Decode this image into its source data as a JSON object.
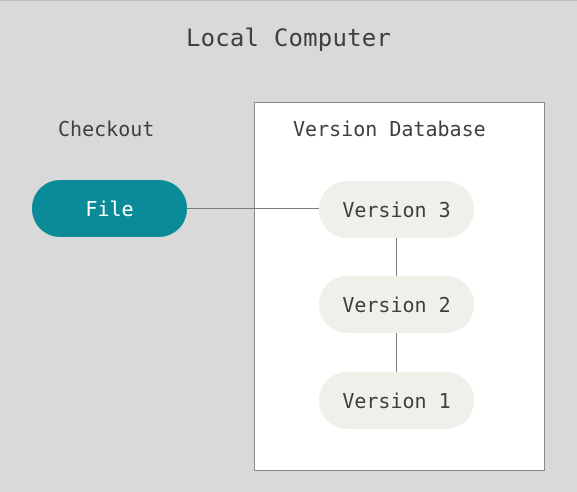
{
  "title": "Local Computer",
  "checkout_label": "Checkout",
  "file_label": "File",
  "database": {
    "label": "Version Database",
    "versions": [
      "Version 3",
      "Version 2",
      "Version 1"
    ]
  },
  "colors": {
    "background": "#d9d9d9",
    "file_fill": "#0b8b98",
    "version_fill": "#f0efea",
    "database_fill": "#ffffff",
    "line": "#7b7b7b"
  }
}
